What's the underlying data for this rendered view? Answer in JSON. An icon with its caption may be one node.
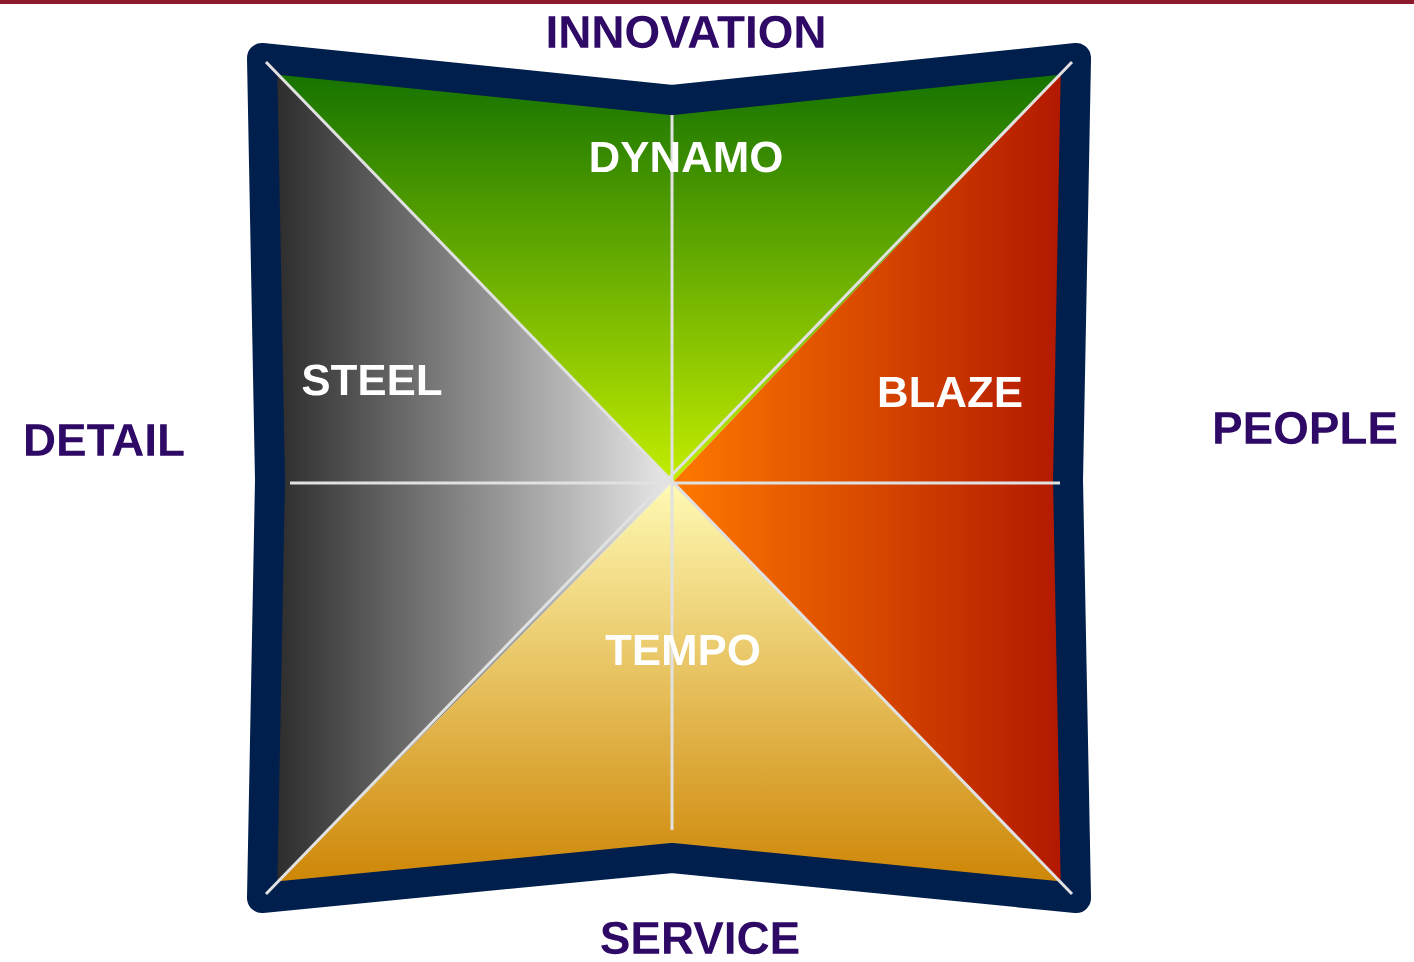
{
  "diagram": {
    "nodes": [
      {
        "text": [
          "DYNAMO"
        ]
      },
      {
        "text": [
          "STEEL"
        ]
      },
      {
        "text": [
          "BLAZE"
        ]
      },
      {
        "text": [
          "TEMPO"
        ]
      }
    ],
    "labels": [
      "INNOVATION",
      "DETAIL",
      "PEOPLE",
      "SERVICE"
    ]
  }
}
